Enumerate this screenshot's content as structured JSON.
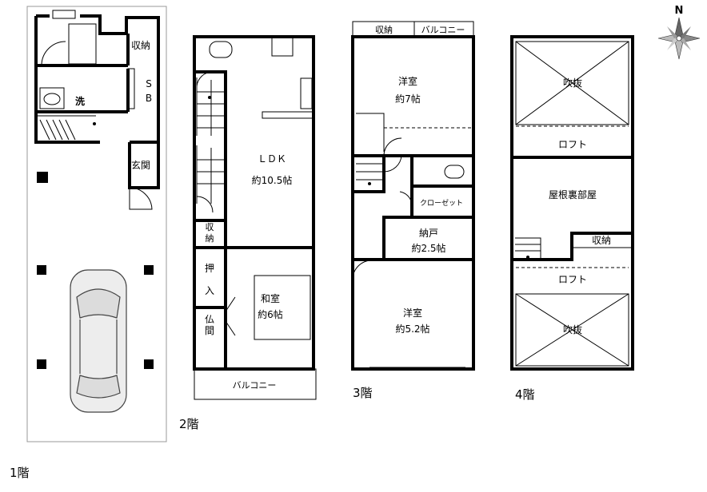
{
  "floors": {
    "f1": {
      "label": "1階",
      "rooms": {
        "storage": "収納",
        "sb_s": "S",
        "sb_b": "B",
        "wash": "洗",
        "entrance": "玄関"
      }
    },
    "f2": {
      "label": "2階",
      "rooms": {
        "ldk": "ＬＤＫ",
        "ldk_size": "約10.5帖",
        "storage_a": "収",
        "storage_b": "納",
        "oshiire_a": "押",
        "oshiire_b": "入",
        "butsuma_a": "仏",
        "butsuma_b": "間",
        "washitsu": "和室",
        "washitsu_size": "約6帖",
        "balcony": "バルコニー"
      }
    },
    "f3": {
      "label": "3階",
      "rooms": {
        "storage": "収納",
        "balcony": "バルコニー",
        "western_top": "洋室",
        "western_top_size": "約7帖",
        "closet": "クローゼット",
        "nando": "納戸",
        "nando_size": "約2.5帖",
        "western_bottom": "洋室",
        "western_bottom_size": "約5.2帖"
      }
    },
    "f4": {
      "label": "4階",
      "rooms": {
        "void_top": "吹抜",
        "loft_top": "ロフト",
        "attic": "屋根裏部屋",
        "storage": "収納",
        "loft_bottom": "ロフト",
        "void_bottom": "吹抜"
      }
    }
  },
  "compass": {
    "north": "N"
  }
}
